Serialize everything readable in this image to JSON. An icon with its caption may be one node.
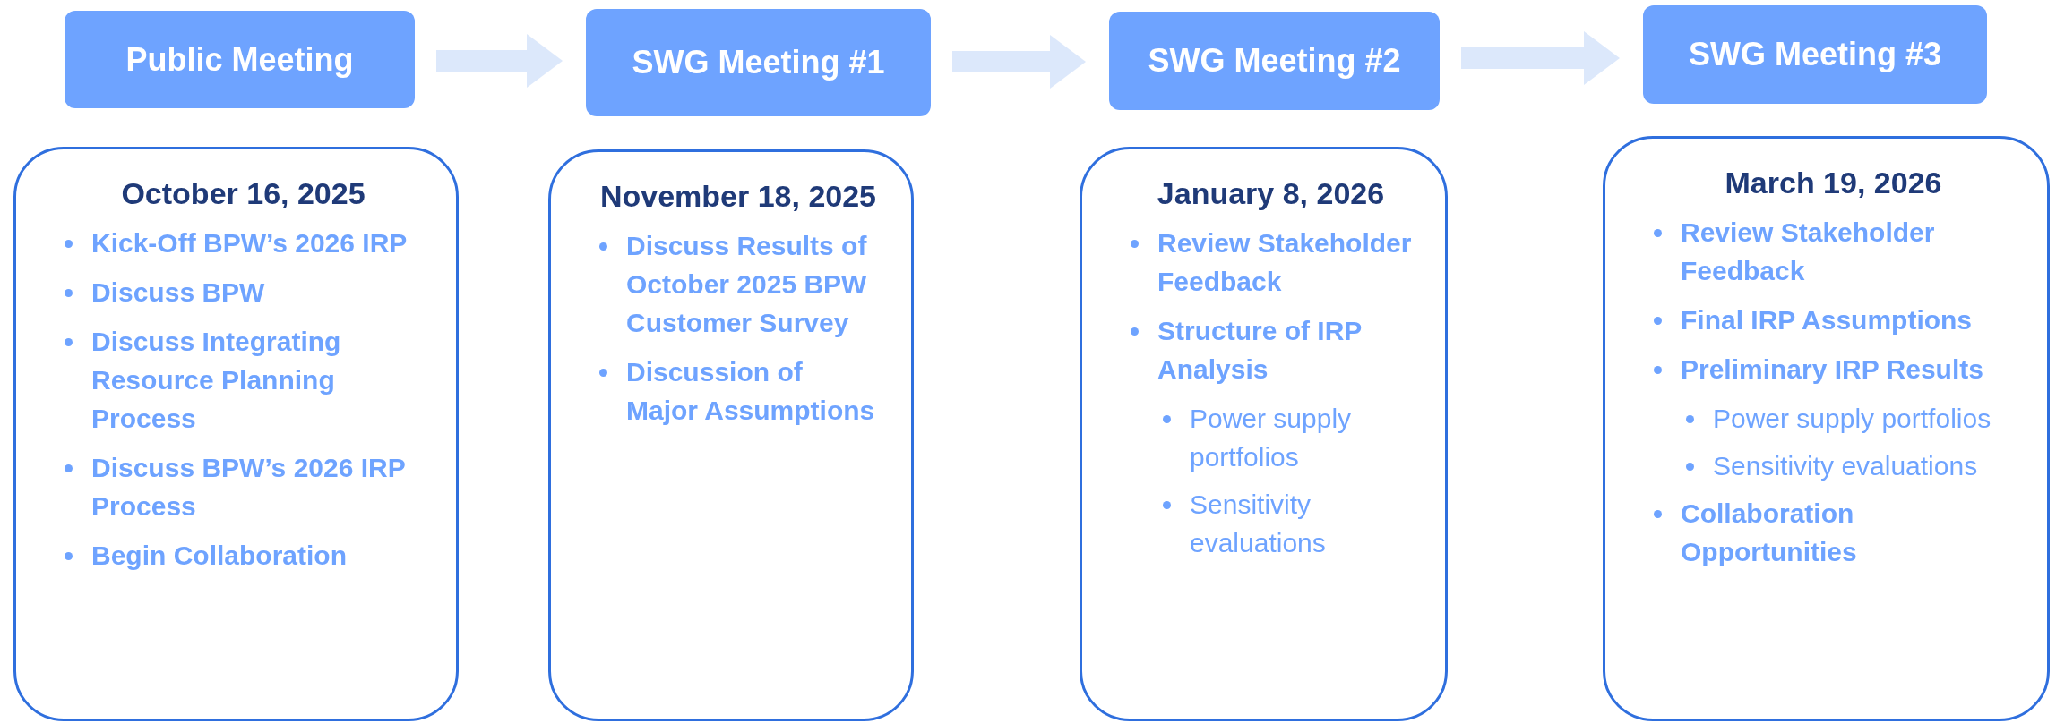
{
  "diagram": {
    "nodes": [
      {
        "text": [
          "Public Meeting"
        ]
      },
      {
        "text": [
          "SWG Meeting #1"
        ]
      },
      {
        "text": [
          "SWG Meeting #2"
        ]
      },
      {
        "text": [
          "SWG Meeting #3"
        ]
      },
      {
        "text": [
          "October 16, 2025",
          "Kick-Off BPW’s 2026 IRP",
          "Discuss BPW",
          "Discuss Integrating Resource Planning Process",
          "Discuss BPW’s 2026 IRP Process",
          "Begin Collaboration"
        ]
      },
      {
        "text": [
          "November 18, 2025",
          "Discuss Results of October 2025 BPW Customer Survey",
          "Discussion of Major Assumptions"
        ]
      },
      {
        "text": [
          "January 8, 2026",
          "Review Stakeholder Feedback",
          "Structure of IRP Analysis",
          "Power supply portfolios",
          "Sensitivity evaluations"
        ]
      },
      {
        "text": [
          "March 19, 2026",
          "Review Stakeholder Feedback",
          "Final IRP Assumptions",
          "Preliminary IRP Results",
          "Power supply portfolios",
          "Sensitivity evaluations",
          "Collaboration Opportunities"
        ]
      }
    ],
    "edges": [
      {
        "from": 0,
        "to": 1,
        "arrow": "to"
      },
      {
        "from": 1,
        "to": 2,
        "arrow": "to"
      },
      {
        "from": 2,
        "to": 3,
        "arrow": "to"
      }
    ]
  }
}
